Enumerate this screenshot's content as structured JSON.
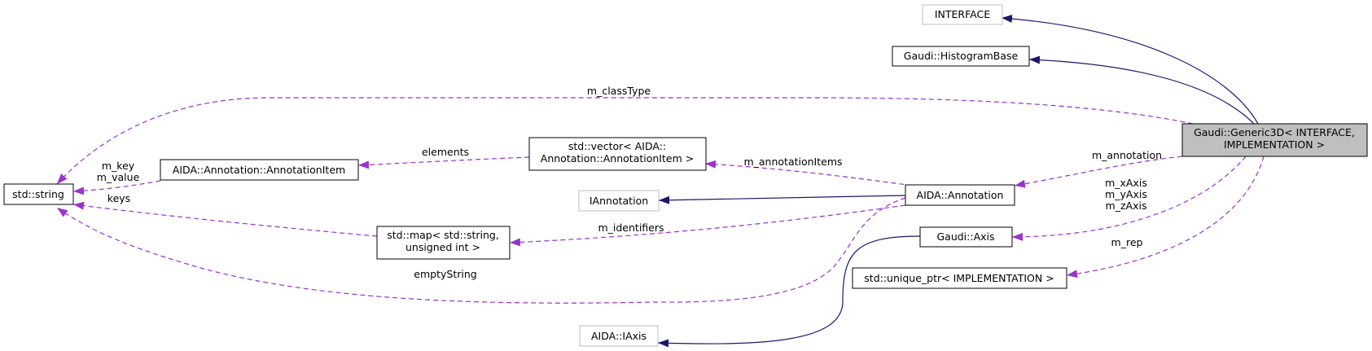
{
  "nodes": {
    "interface": "INTERFACE",
    "histogram_base": "Gaudi::HistogramBase",
    "generic3d": [
      "Gaudi::Generic3D< INTERFACE,",
      "IMPLEMENTATION >"
    ],
    "std_string": "std::string",
    "annotation_item": "AIDA::Annotation::AnnotationItem",
    "vector_items": [
      "std::vector< AIDA::",
      "Annotation::AnnotationItem >"
    ],
    "iannotation": "IAnnotation",
    "annotation": "AIDA::Annotation",
    "map": [
      "std::map< std::string,",
      "unsigned int >"
    ],
    "axis": "Gaudi::Axis",
    "unique_ptr": "std::unique_ptr< IMPLEMENTATION >",
    "iaxis": "AIDA::IAxis"
  },
  "edge_labels": {
    "class_type": "m_classType",
    "annotation": "m_annotation",
    "annotation_items": "m_annotationItems",
    "elements": "elements",
    "key_value": [
      "m_key",
      "m_value"
    ],
    "keys": "keys",
    "identifiers": "m_identifiers",
    "axes": [
      "m_xAxis",
      "m_yAxis",
      "m_zAxis"
    ],
    "rep": "m_rep",
    "empty_string": "emptyString"
  },
  "colors": {
    "inheritance": "#191970",
    "usage": "#9a32cd",
    "focus_fill": "#bfbfbf",
    "external_border": "#bfbfbf"
  }
}
